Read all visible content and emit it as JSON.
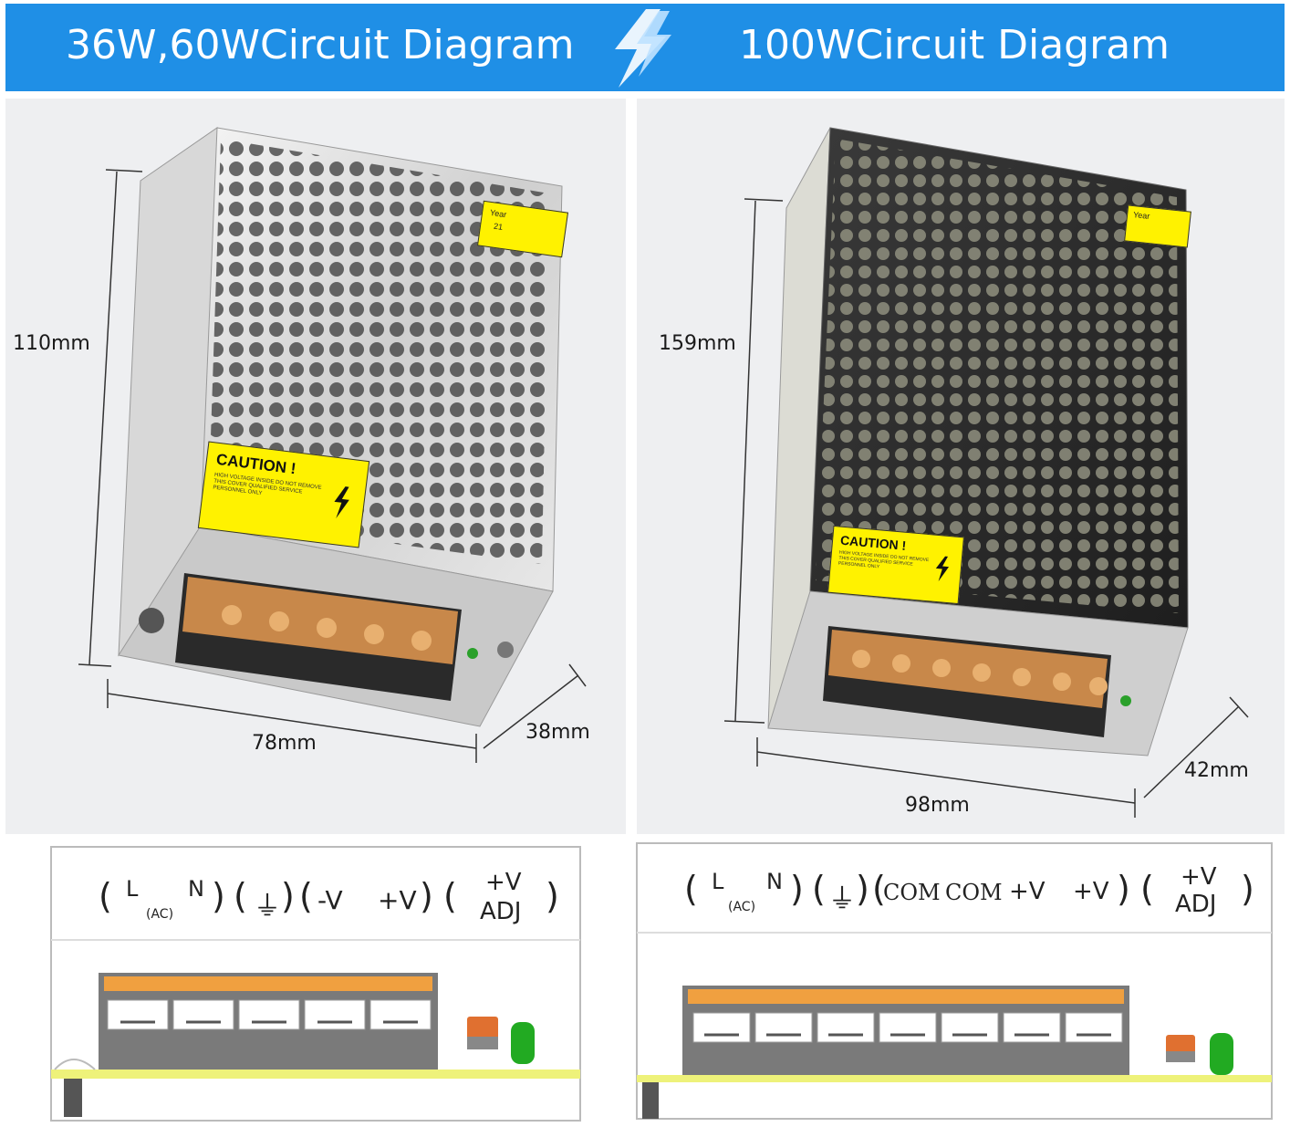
{
  "banner": {
    "left_title": "36W,60WCircuit Diagram",
    "right_title": "100WCircuit Diagram",
    "bg_color": "#1f8fe6",
    "divider_icon": "lightning-icon"
  },
  "left_unit": {
    "height_label": "110mm",
    "width_label": "78mm",
    "depth_label": "38mm",
    "caution_title": "CAUTION !",
    "caution_text": "HIGH VOLTAGE INSIDE DO NOT REMOVE THIS COVER QUALIFIED SERVICE PERSONNEL ONLY",
    "year_label": "Year",
    "year_value": "21",
    "terminal_count": 5
  },
  "right_unit": {
    "height_label": "159mm",
    "width_label": "98mm",
    "depth_label": "42mm",
    "caution_title": "CAUTION !",
    "caution_text": "HIGH VOLTAGE INSIDE DO NOT REMOVE THIS COVER QUALIFIED SERVICE PERSONNEL ONLY",
    "year_label": "Year",
    "terminal_count": 7
  },
  "left_diagram": {
    "L": "L",
    "AC": "(AC)",
    "N": "N",
    "ground": "⏚",
    "neg_v": "-V",
    "pos_v": "+V",
    "adj_top": "+V",
    "adj_bottom": "ADJ",
    "terminal_count": 5
  },
  "right_diagram": {
    "L": "L",
    "AC": "(AC)",
    "N": "N",
    "ground": "⏚",
    "com1": "COM",
    "com2": "COM",
    "pos_v1": "+V",
    "pos_v2": "+V",
    "adj_top": "+V",
    "adj_bottom": "ADJ",
    "terminal_count": 7
  },
  "colors": {
    "terminal_orange": "#f0a040",
    "terminal_dark": "#777777",
    "base_yellow": "#eef27a",
    "led_green": "#22aa22",
    "fuse_orange": "#e07030"
  }
}
